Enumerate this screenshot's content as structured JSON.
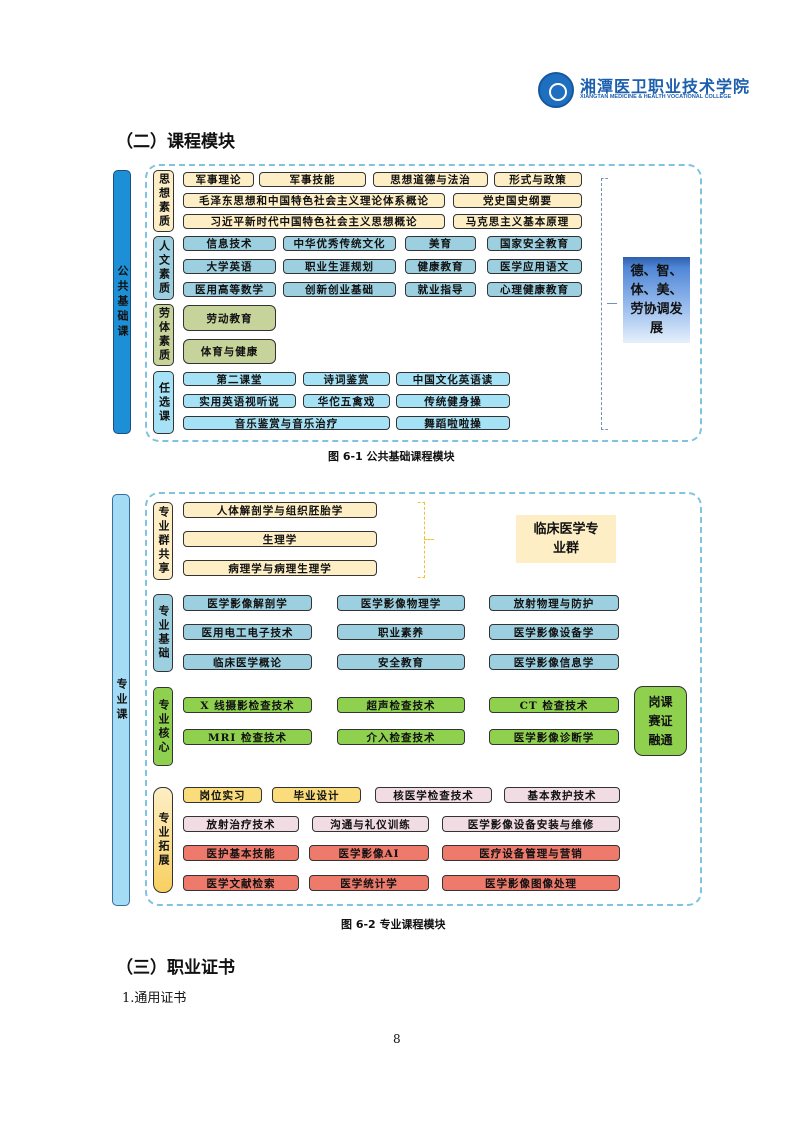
{
  "header": {
    "logo_name": "湘潭医卫职业技术学院",
    "logo_en": "XIANGTAN MEDICINE & HEALTH VOCATIONAL COLLEGE"
  },
  "section2_title": "（二）课程模块",
  "fig1": {
    "side_label": "公共基础课",
    "caption": "图 6-1  公共基础课程模块",
    "goal": "德、智、体、美、劳协调发展",
    "groups": [
      {
        "label": "思想素质",
        "rows": [
          [
            "军事理论",
            "军事技能",
            "思想道德与法治",
            "形式与政策"
          ],
          [
            "毛泽东思想和中国特色社会主义理论体系概论",
            "党史国史纲要"
          ],
          [
            "习近平新时代中国特色社会主义思想概论",
            "马克思主义基本原理"
          ]
        ]
      },
      {
        "label": "人文素质",
        "rows": [
          [
            "信息技术",
            "中华优秀传统文化",
            "美育",
            "国家安全教育"
          ],
          [
            "大学英语",
            "职业生涯规划",
            "健康教育",
            "医学应用语文"
          ],
          [
            "医用高等数学",
            "创新创业基础",
            "就业指导",
            "心理健康教育"
          ]
        ]
      },
      {
        "label": "劳体素质",
        "rows": [
          [
            "劳动教育"
          ],
          [
            "体育与健康"
          ]
        ]
      },
      {
        "label": "任选课",
        "rows": [
          [
            "第二课堂",
            "诗词鉴赏",
            "中国文化英语读"
          ],
          [
            "实用英语视听说",
            "华佗五禽戏",
            "传统健身操"
          ],
          [
            "音乐鉴赏与音乐治疗",
            "舞蹈啦啦操"
          ]
        ]
      }
    ]
  },
  "fig2": {
    "side_label": "专业课",
    "caption": "图 6-2  专业课程模块",
    "group_tag": "临床医学专业群",
    "cert_tag": "岗课赛证融通",
    "groups": [
      {
        "label": "专业群共享",
        "rows": [
          [
            "人体解剖学与组织胚胎学"
          ],
          [
            "生理学"
          ],
          [
            "病理学与病理生理学"
          ]
        ]
      },
      {
        "label": "专业基础",
        "rows": [
          [
            "医学影像解剖学",
            "医学影像物理学",
            "放射物理与防护"
          ],
          [
            "医用电工电子技术",
            "职业素养",
            "医学影像设备学"
          ],
          [
            "临床医学概论",
            "安全教育",
            "医学影像信息学"
          ]
        ]
      },
      {
        "label": "专业核心",
        "rows": [
          [
            "X 线摄影检查技术",
            "超声检查技术",
            "CT 检查技术"
          ],
          [
            "MRI 检查技术",
            "介入检查技术",
            "医学影像诊断学"
          ]
        ]
      },
      {
        "label": "专业拓展",
        "rows": [
          [
            "岗位实习",
            "毕业设计",
            "核医学检查技术",
            "基本救护技术"
          ],
          [
            "放射治疗技术",
            "沟通与礼仪训练",
            "医学影像设备安装与维修"
          ],
          [
            "医护基本技能",
            "医学影像AI",
            "医疗设备管理与营销"
          ],
          [
            "医学文献检索",
            "医学统计学",
            "医学影像图像处理"
          ]
        ]
      }
    ]
  },
  "section3_title": "（三）职业证书",
  "sub1": "1.通用证书",
  "page_number": "8"
}
